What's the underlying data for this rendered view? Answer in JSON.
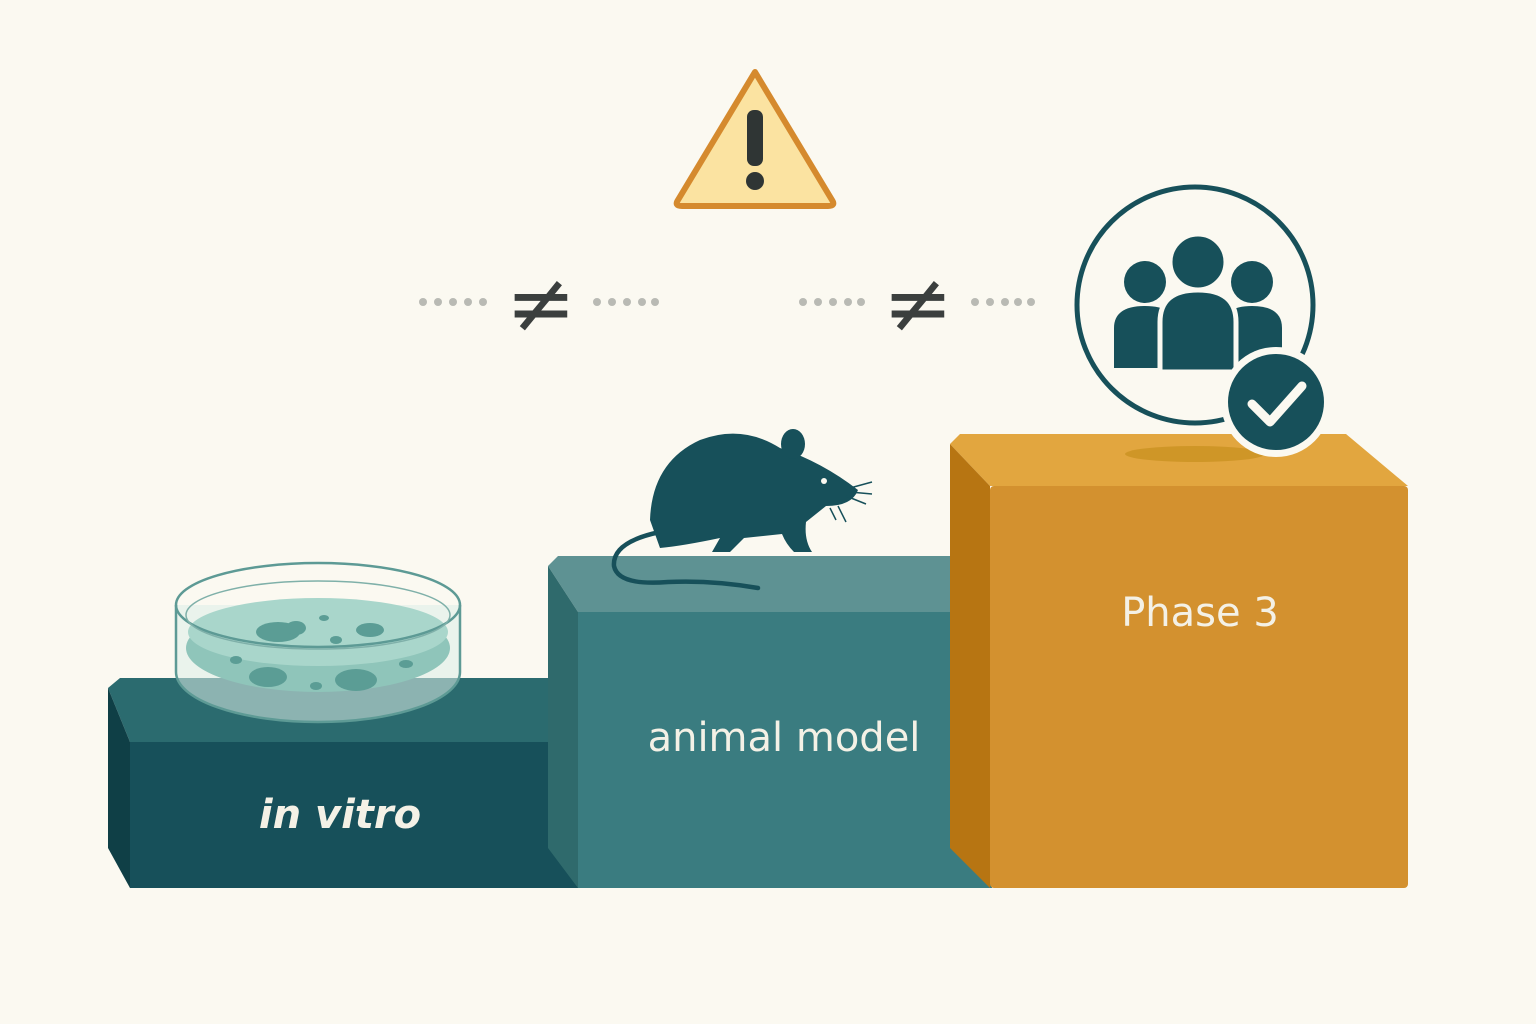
{
  "steps": [
    {
      "label": "in vitro",
      "icon": "petri-dish-icon",
      "color": "#1d5a62"
    },
    {
      "label": "animal model",
      "icon": "mouse-icon",
      "color": "#3a7c80"
    },
    {
      "label": "Phase 3",
      "icon": "people-group-check-icon",
      "color": "#d3912f"
    }
  ],
  "connectors": [
    {
      "symbol": "≠"
    },
    {
      "symbol": "≠"
    }
  ],
  "warning": {
    "icon": "warning-triangle-icon",
    "symbol": "!"
  },
  "colors": {
    "background": "#fbf9f1",
    "dark_teal": "#17505a",
    "mid_teal": "#3a7c80",
    "amber": "#d3912f",
    "warning_fill": "#fbe3a1",
    "warning_stroke": "#d58a2e"
  }
}
